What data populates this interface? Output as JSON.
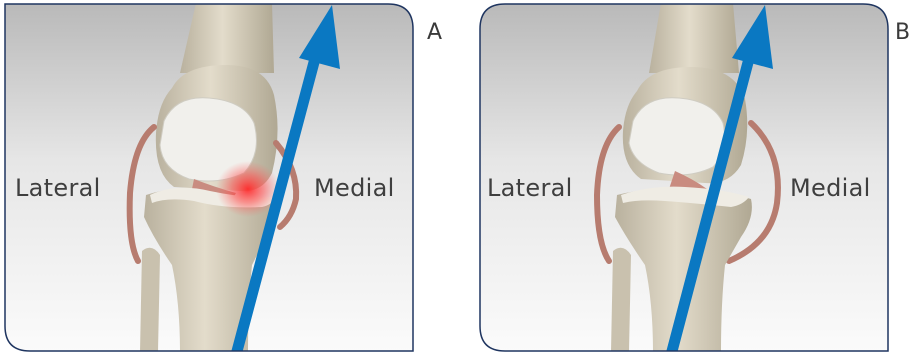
{
  "panels": [
    {
      "letter": "A",
      "left_label": "Lateral",
      "right_label": "Medial",
      "depicts": "knee-joint-varus-alignment-with-medial-compression",
      "highlight": "pain-glow-medial-compartment"
    },
    {
      "letter": "B",
      "left_label": "Lateral",
      "right_label": "Medial",
      "depicts": "knee-joint-corrected-alignment"
    }
  ],
  "colors": {
    "frame": "#1f3560",
    "arrow": "#0a78c2",
    "bone": "#ddd5c2",
    "cartilage": "#f1f0ec",
    "ligament": "#b77c6f",
    "pain": "#ff2a2a"
  },
  "icons": [
    "load-axis-arrow",
    "knee-joint-illustration"
  ]
}
